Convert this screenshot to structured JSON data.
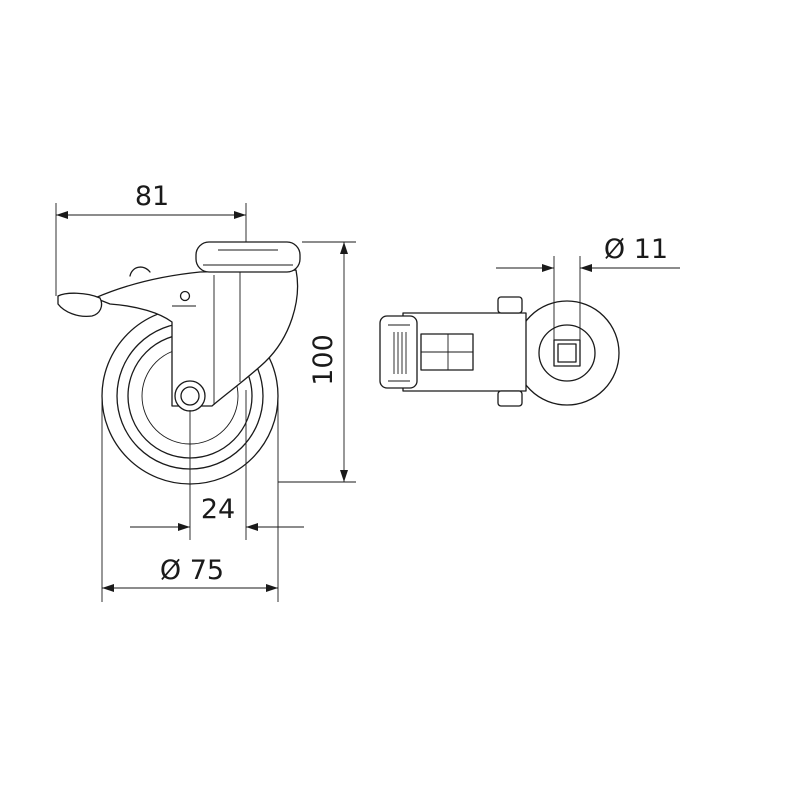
{
  "dimensions": {
    "overall_width": "81",
    "height": "100",
    "hub_width": "24",
    "wheel_diameter": "Ø 75",
    "bolt_hole": "Ø 11"
  }
}
